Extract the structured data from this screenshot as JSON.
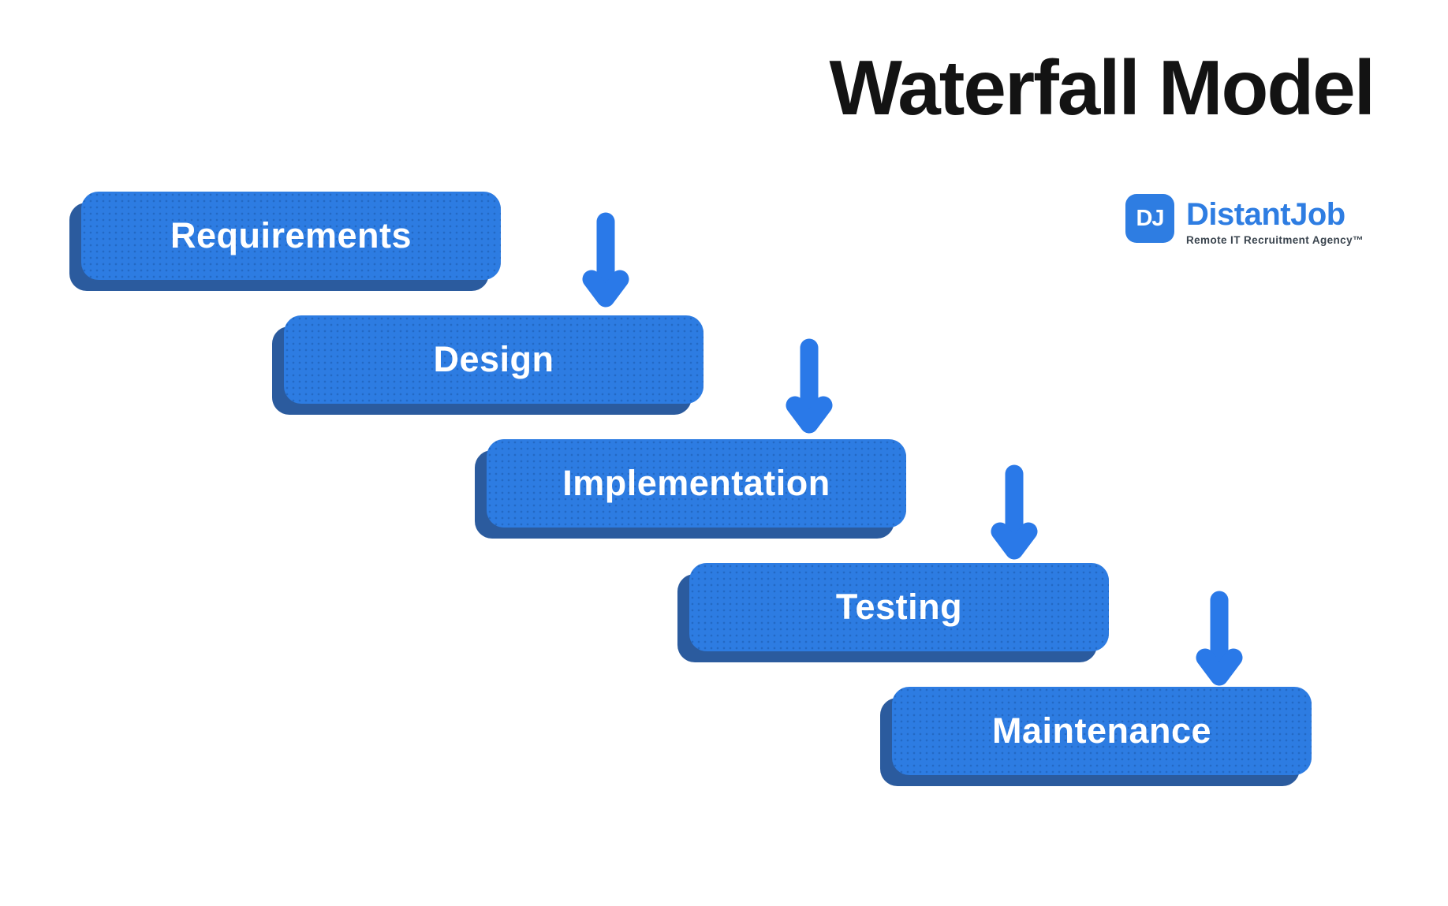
{
  "title": "Waterfall Model",
  "logo": {
    "monogram": "DJ",
    "name": "DistantJob",
    "tagline": "Remote IT Recruitment Agency™"
  },
  "steps": [
    {
      "label": "Requirements"
    },
    {
      "label": "Design"
    },
    {
      "label": "Implementation"
    },
    {
      "label": "Testing"
    },
    {
      "label": "Maintenance"
    }
  ],
  "icons": {
    "flow_arrow": "down-arrow"
  },
  "colors": {
    "box_blue": "#2D7CE2",
    "box_shadow_blue": "#2B5B9E",
    "arrow_blue": "#2A79E8",
    "title_color": "#131313",
    "logo_blue": "#2E7DE2",
    "tagline_color": "#3A444E",
    "background": "#FFFFFF"
  }
}
